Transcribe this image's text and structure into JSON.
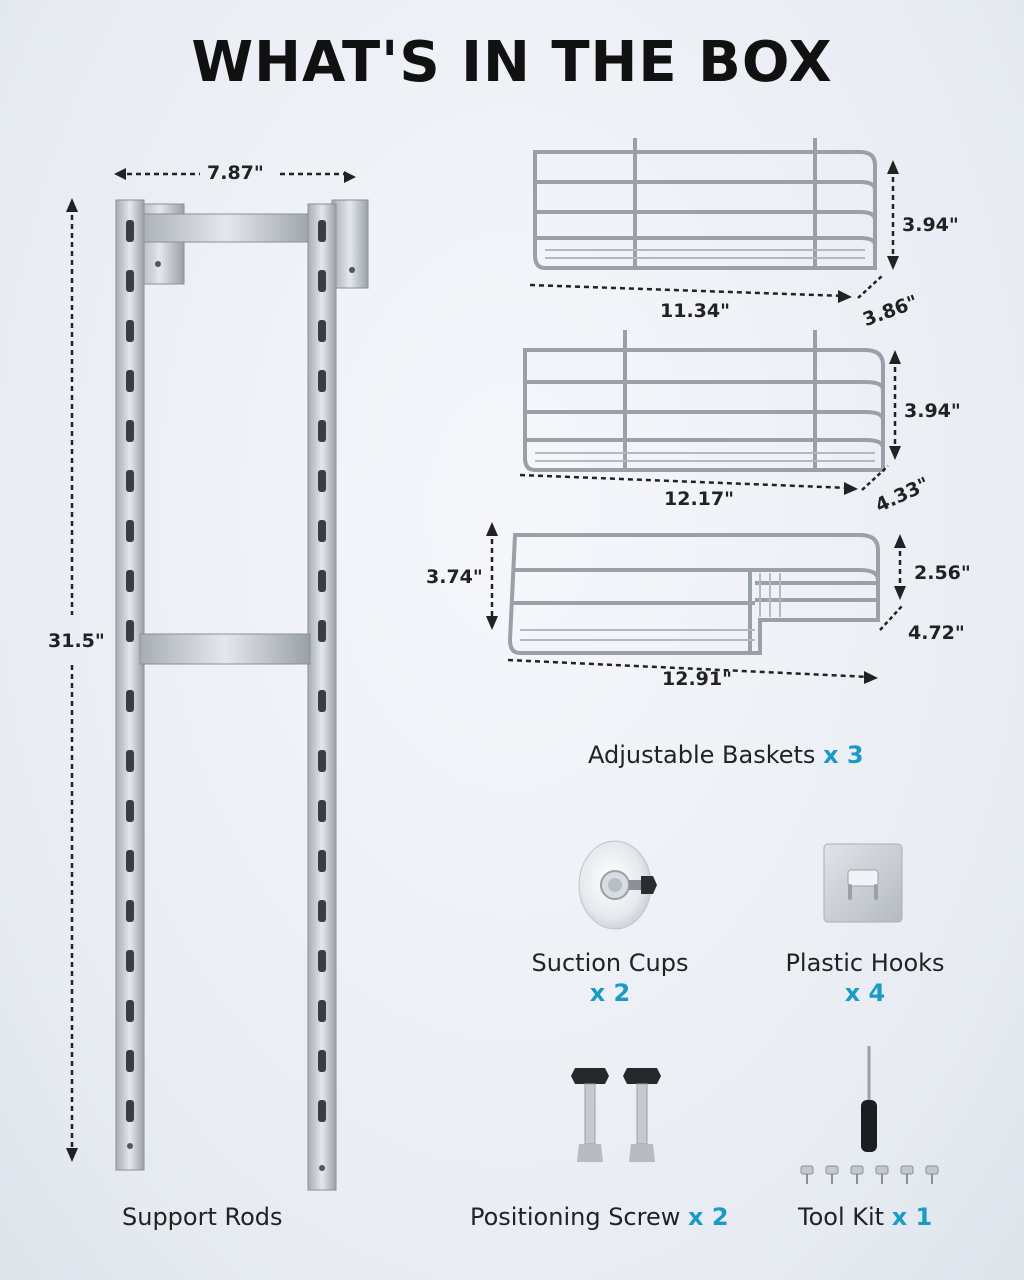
{
  "title": "WHAT'S IN THE BOX",
  "support_rods": {
    "width": "7.87\"",
    "height": "31.5\"",
    "caption": "Support Rods"
  },
  "baskets": {
    "b1": {
      "height": "3.94\"",
      "width": "11.34\"",
      "depth": "3.86\""
    },
    "b2": {
      "height": "3.94\"",
      "width": "12.17\"",
      "depth": "4.33\""
    },
    "b3": {
      "height_left": "3.74\"",
      "height_right": "2.56\"",
      "width": "12.91\"",
      "depth": "4.72\""
    },
    "caption": "Adjustable Baskets",
    "qty": "x 3"
  },
  "suction_cups": {
    "caption": "Suction Cups",
    "qty": "x 2"
  },
  "plastic_hooks": {
    "caption": "Plastic Hooks",
    "qty": "x 4"
  },
  "positioning_screw": {
    "caption": "Positioning Screw",
    "qty": "x 2"
  },
  "tool_kit": {
    "caption": "Tool Kit",
    "qty": "x 1"
  },
  "colors": {
    "accent": "#1a9bc7",
    "metal": "#b9bec6",
    "metal_dark": "#8a9099"
  }
}
